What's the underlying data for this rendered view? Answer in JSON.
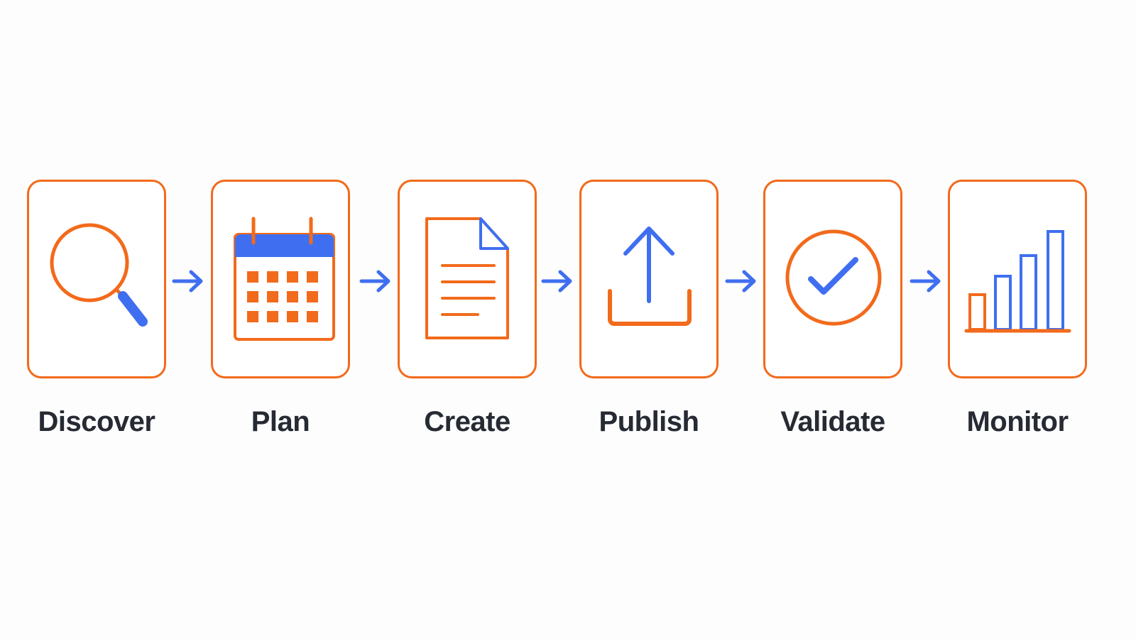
{
  "colors": {
    "accent_orange": "#f26a1b",
    "accent_blue": "#3f6ff0",
    "text_dark": "#262a33",
    "background": "#fdfdfd"
  },
  "steps": [
    {
      "label": "Discover",
      "icon": "magnifying-glass-icon"
    },
    {
      "label": "Plan",
      "icon": "calendar-icon"
    },
    {
      "label": "Create",
      "icon": "document-icon"
    },
    {
      "label": "Publish",
      "icon": "upload-icon"
    },
    {
      "label": "Validate",
      "icon": "check-circle-icon"
    },
    {
      "label": "Monitor",
      "icon": "bar-chart-icon"
    }
  ]
}
